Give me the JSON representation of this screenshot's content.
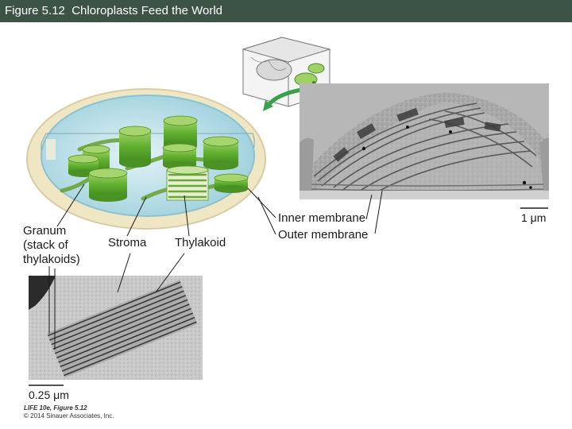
{
  "header": {
    "title": "Figure 5.12  Chloroplasts Feed the World"
  },
  "labels": {
    "granum": [
      "Granum",
      "(stack of",
      "thylakoids)"
    ],
    "stroma": "Stroma",
    "thylakoid": "Thylakoid",
    "inner_membrane": "Inner membrane",
    "outer_membrane": "Outer membrane"
  },
  "scale_bars": {
    "micrograph_top": "1 μm",
    "micrograph_bottom": "0.25 μm"
  },
  "credit": {
    "book": "LIFE 10e, Figure 5.12",
    "copyright": "© 2014 Sinauer Associates, Inc."
  },
  "colors": {
    "header_bg": "#3b5446",
    "grana_green": "#6bb33a",
    "stroma_blue": "#bfe0ea",
    "outer_envelope": "#efe6c4"
  }
}
